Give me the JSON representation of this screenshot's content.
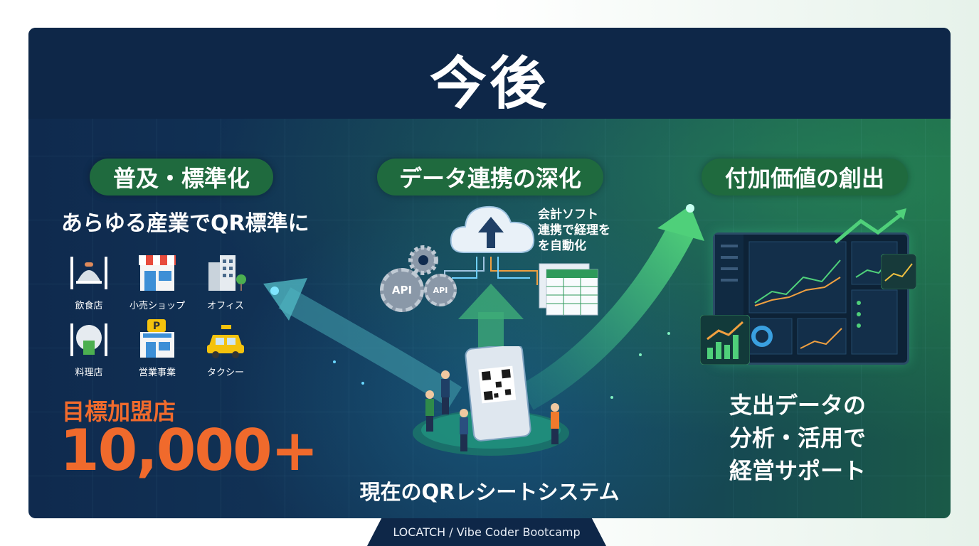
{
  "title": "今後",
  "columns": [
    {
      "heading": "普及・標準化",
      "subtitle": "あらゆる産業でQR標準に"
    },
    {
      "heading": "データ連携の深化",
      "note": "会計ソフト\n連携で経理を\nを自動化",
      "api_labels": [
        "API",
        "API"
      ]
    },
    {
      "heading": "付加価値の創出",
      "text_lines": [
        "支出データの",
        "分析・活用で",
        "経営サポート"
      ]
    }
  ],
  "industries": [
    {
      "label": "飲食店",
      "icon": "restaurant-icon"
    },
    {
      "label": "小売ショップ",
      "icon": "storefront-icon"
    },
    {
      "label": "オフィス",
      "icon": "office-building-icon"
    },
    {
      "label": "料理店",
      "icon": "chef-icon"
    },
    {
      "label": "営業事業",
      "icon": "parking-shop-icon"
    },
    {
      "label": "タクシー",
      "icon": "taxi-icon"
    }
  ],
  "goal": {
    "label": "目標加盟店",
    "value": "10,000+"
  },
  "center_caption": "現在のQRレシートシステム",
  "footer": "LOCATCH / Vibe Coder Bootcamp",
  "colors": {
    "accent_orange": "#f06a2c",
    "pill_green": "#1f6a3e",
    "navy": "#0e2748"
  }
}
